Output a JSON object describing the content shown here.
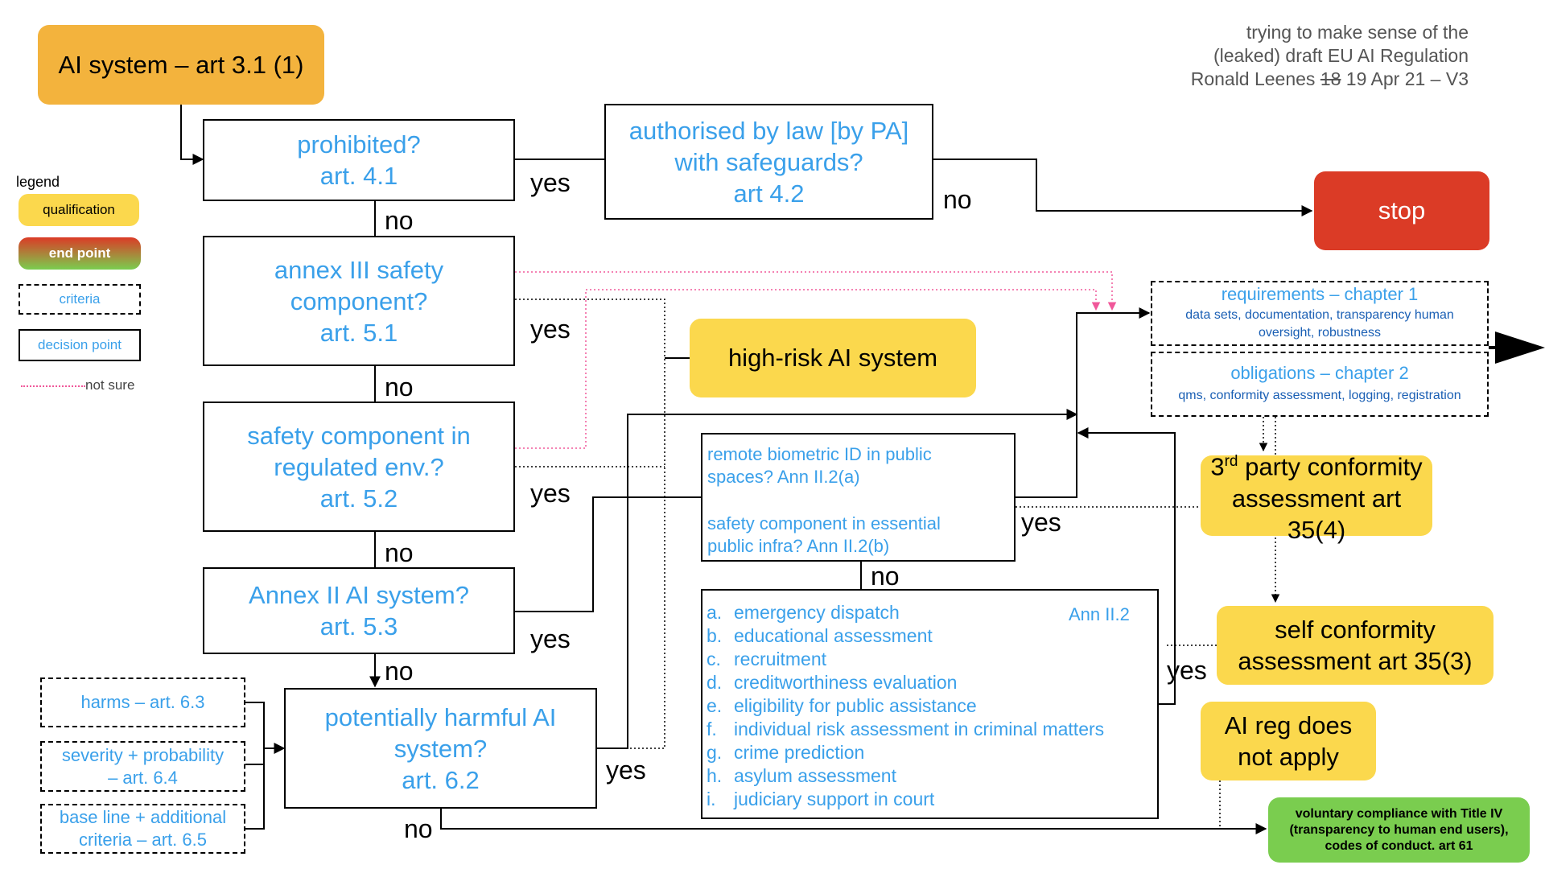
{
  "colors": {
    "qualification_yellow": "#fbd84d",
    "start_orange": "#f3b33d",
    "stop_red": "#db3b26",
    "green": "#7acd4f",
    "blue_text": "#3aa0ea",
    "dark_blue_text": "#1a5fb4",
    "not_sure_pink": "#f0589a"
  },
  "header": {
    "line1": "trying to make sense of the",
    "line2": "(leaked) draft EU AI Regulation",
    "line3_prefix": "Ronald Leenes ",
    "line3_struck": "18",
    "line3_suffix": " 19 Apr 21 – V3"
  },
  "start": {
    "label": "AI system – art 3.1 (1)"
  },
  "legend": {
    "title": "legend",
    "qualification": "qualification",
    "end_point": "end point",
    "criteria": "criteria",
    "decision_point": "decision point",
    "not_sure": "not sure"
  },
  "decisions": {
    "prohibited": {
      "line1": "prohibited?",
      "line2": "art. 4.1"
    },
    "authorised": {
      "line1": "authorised by law [by PA]",
      "line2": "with safeguards?",
      "line3": "art 4.2"
    },
    "annex3": {
      "line1": "annex III safety",
      "line2": "component?",
      "line3": "art. 5.1"
    },
    "safety_env": {
      "line1": "safety component in",
      "line2": "regulated env.?",
      "line3": "art. 5.2"
    },
    "annex2": {
      "line1": "Annex II AI system?",
      "line2": "art. 5.3"
    },
    "harmful": {
      "line1": "potentially harmful AI",
      "line2": "system?",
      "line3": "art. 6.2"
    },
    "biometric": {
      "line1": "remote biometric ID in public",
      "line2": "spaces? Ann II.2(a)",
      "line3": "safety component in essential",
      "line4": "public infra? Ann II.2(b)"
    },
    "ann_list": {
      "ref": "Ann II.2",
      "items": [
        {
          "letter": "a.",
          "text": "emergency dispatch"
        },
        {
          "letter": "b.",
          "text": "educational assessment"
        },
        {
          "letter": "c.",
          "text": "recruitment"
        },
        {
          "letter": "d.",
          "text": "creditworthiness evaluation"
        },
        {
          "letter": "e.",
          "text": "eligibility for public assistance"
        },
        {
          "letter": "f.",
          "text": "individual risk assessment in criminal matters"
        },
        {
          "letter": "g.",
          "text": "crime prediction"
        },
        {
          "letter": "h.",
          "text": "asylum assessment"
        },
        {
          "letter": "i.",
          "text": "judiciary support in court"
        }
      ]
    }
  },
  "criteria": {
    "harms": {
      "line1": "harms – art. 6.3"
    },
    "severity": {
      "line1": "severity + probability",
      "line2": "– art. 6.4"
    },
    "baseline": {
      "line1": "base line + additional",
      "line2": "criteria – art. 6.5"
    },
    "requirements": {
      "title": "requirements – chapter 1",
      "sub1": "data sets, documentation, transparency human",
      "sub2": "oversight, robustness"
    },
    "obligations": {
      "title": "obligations – chapter 2",
      "sub1": "qms, conformity assessment, logging, registration"
    }
  },
  "outcomes": {
    "stop": "stop",
    "high_risk": "high-risk AI system",
    "third_party": {
      "line1_pre": "3",
      "line1_sup": "rd",
      "line1_post": " party conformity",
      "line2": "assessment art 35(4)"
    },
    "self": {
      "line1": "self conformity",
      "line2": "assessment art 35(3)"
    },
    "not_apply": {
      "line1": "AI reg does",
      "line2": "not apply"
    },
    "voluntary": {
      "line1": "voluntary compliance with Title IV",
      "line2": "(transparency to human end users),",
      "line3": "codes of conduct. art 61"
    }
  },
  "edge_labels": {
    "yes_prohibited": "yes",
    "no_authorised": "no",
    "no_prohibited": "no",
    "yes_annex3": "yes",
    "no_annex3": "no",
    "yes_safety_env": "yes",
    "no_safety_env": "no",
    "yes_annex2": "yes",
    "no_annex2": "no",
    "yes_harmful": "yes",
    "no_harmful": "no",
    "yes_biometric": "yes",
    "no_biometric": "no",
    "yes_list": "yes"
  }
}
